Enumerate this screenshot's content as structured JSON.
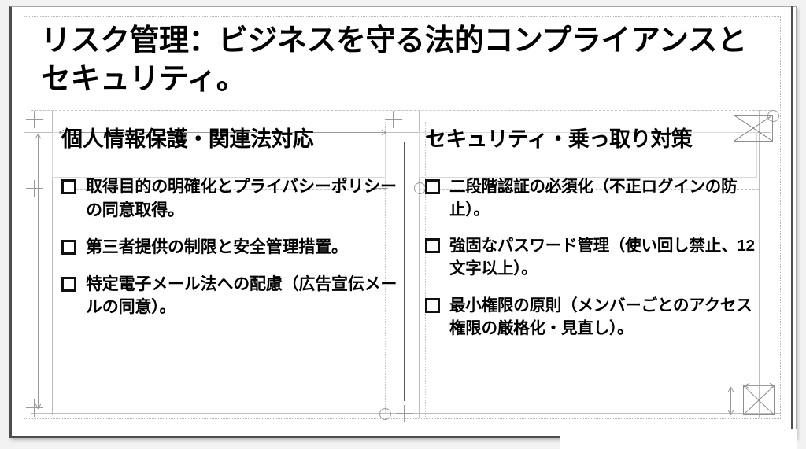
{
  "slide": {
    "title": "リスク管理：ビジネスを守る法的コンプライアンスとセキュリティ。",
    "columns": [
      {
        "id": "privacy",
        "heading": "個人情報保護・関連法対応",
        "bullets": [
          {
            "marker": "empty-checkbox",
            "text": "取得目的の明確化とプライバシーポリシーの同意取得。"
          },
          {
            "marker": "empty-checkbox",
            "text": "第三者提供の制限と安全管理措置。"
          },
          {
            "marker": "empty-checkbox",
            "text": "特定電子メール法への配慮（広告宣伝メールの同意）。"
          }
        ]
      },
      {
        "id": "security",
        "heading": "セキュリティ・乗っ取り対策",
        "bullets": [
          {
            "marker": "empty-checkbox",
            "text": "二段階認証の必須化（不正ログインの防止）。"
          },
          {
            "marker": "empty-checkbox",
            "text": "強固なパスワード管理（使い回し禁止、12文字以上）。"
          },
          {
            "marker": "empty-checkbox",
            "text": "最小権限の原則（メンバーごとのアクセス権限の厳格化・見直し）。"
          }
        ]
      }
    ]
  },
  "colors": {
    "page_background": "#ffffff",
    "canvas_background": "#f2f2f2",
    "text": "#000000",
    "guide_line": "#bdbdbd",
    "frame_border": "#4d4d4d"
  },
  "guides": {
    "label": "layout-guides",
    "placeholders": [
      {
        "name": "image-placeholder-top-right"
      },
      {
        "name": "image-placeholder-bottom-right"
      }
    ]
  }
}
